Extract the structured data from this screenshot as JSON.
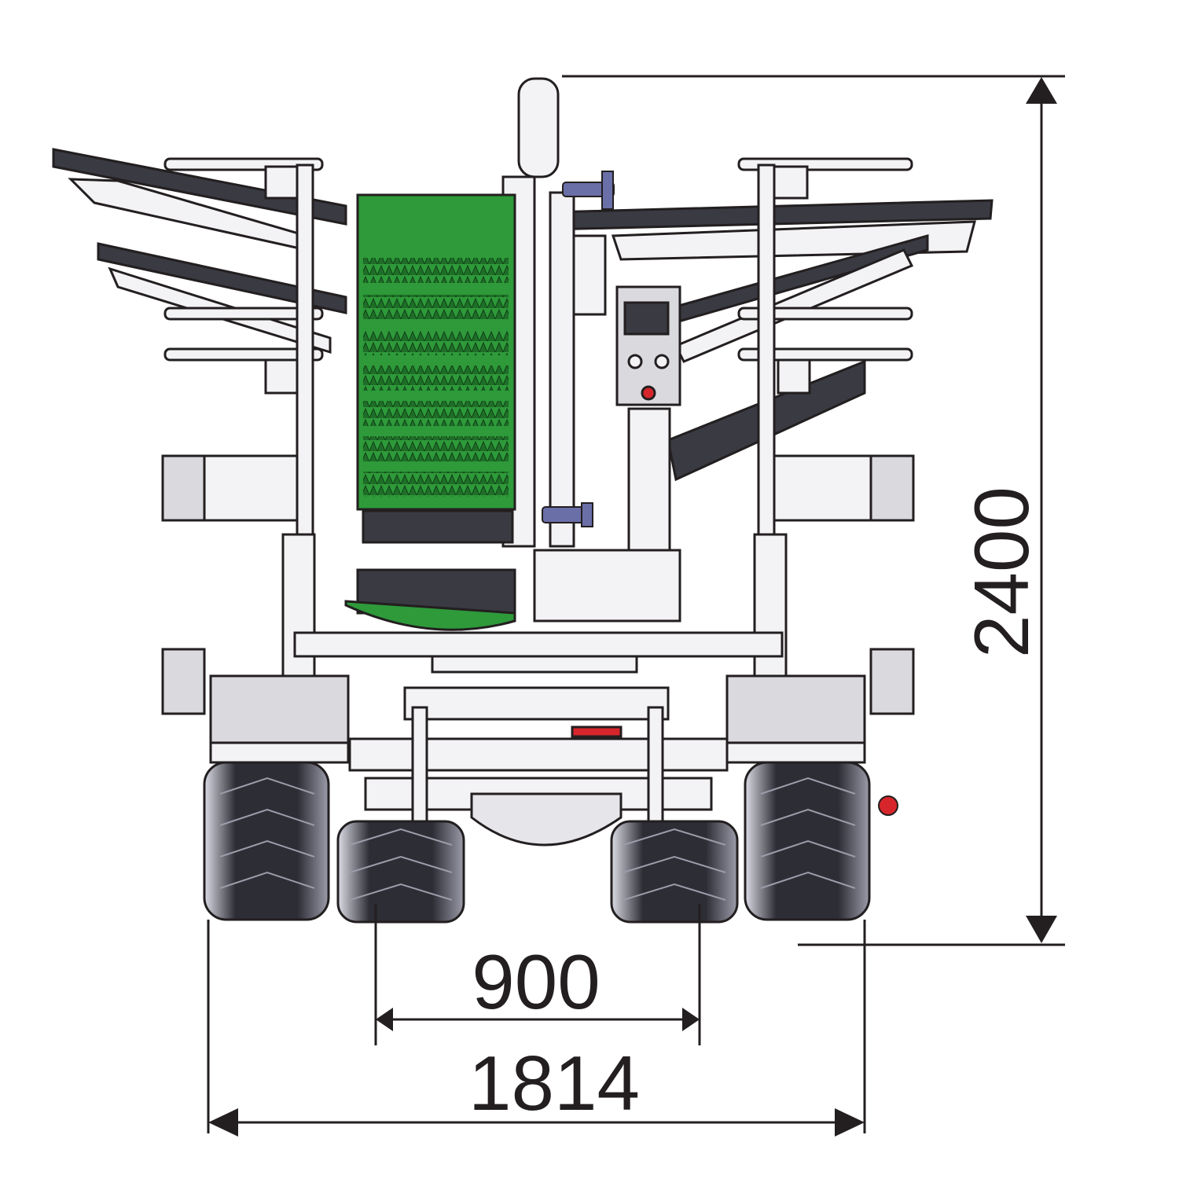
{
  "drawing": {
    "subject": "harvester-front-view",
    "colors": {
      "line": "#231f20",
      "frame_fill": "#f3f3f5",
      "panel_fill": "#d9d9de",
      "belt_green": "#2e9a3a",
      "belt_green_dark": "#1f6e28",
      "tire": "#3a3a42",
      "hydraulic_blue": "#6b6fa8",
      "accent_red": "#d7262b"
    }
  },
  "dimensions": {
    "overall_height": "2400",
    "inner_track": "900",
    "overall_width": "1814"
  }
}
